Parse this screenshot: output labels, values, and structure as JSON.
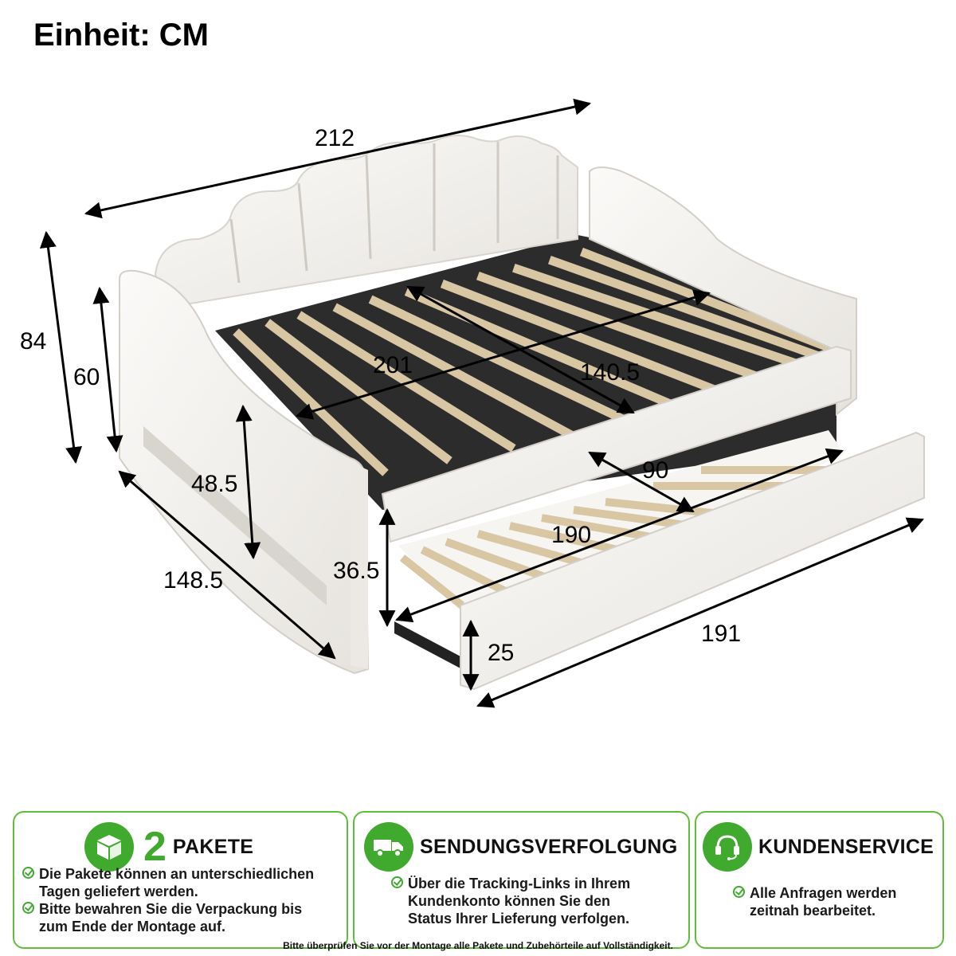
{
  "unit_label": "Einheit: CM",
  "dimensions": {
    "total_width": "212",
    "total_height": "84",
    "armrest_height": "60",
    "depth": "148.5",
    "mattress_length": "201",
    "mattress_width": "140.5",
    "leg_height_upper": "48.5",
    "trundle_clearance": "36.5",
    "trundle_width": "90",
    "trundle_inner_length": "190",
    "trundle_length": "191",
    "trundle_height": "25"
  },
  "cards": {
    "packages": {
      "number": "2",
      "title": "PAKETE",
      "icon": "package-box-icon",
      "bullets": [
        "Die Pakete können an unterschiedlichen Tagen geliefert werden.",
        "Bitte bewahren Sie die Verpackung bis zum Ende der Montage auf."
      ]
    },
    "tracking": {
      "title": "SENDUNGSVERFOLGUNG",
      "icon": "delivery-truck-icon",
      "bullets": [
        "Über die Tracking-Links in Ihrem Kundenkonto können Sie den Status Ihrer Lieferung verfolgen."
      ]
    },
    "service": {
      "title": "KUNDENSERVICE",
      "icon": "headset-icon",
      "bullets": [
        "Alle Anfragen werden zeitnah bearbeitet."
      ]
    }
  },
  "footer_note": "Bitte überprüfen Sie vor der Montage alle Pakete und Zubehörteile auf Vollständigkeit.",
  "colors": {
    "accent_green": "#3faa2e",
    "border_green": "#5fbf3a",
    "slat_wood": "#e0cfb0",
    "upholstery": "#f2f0ec"
  }
}
